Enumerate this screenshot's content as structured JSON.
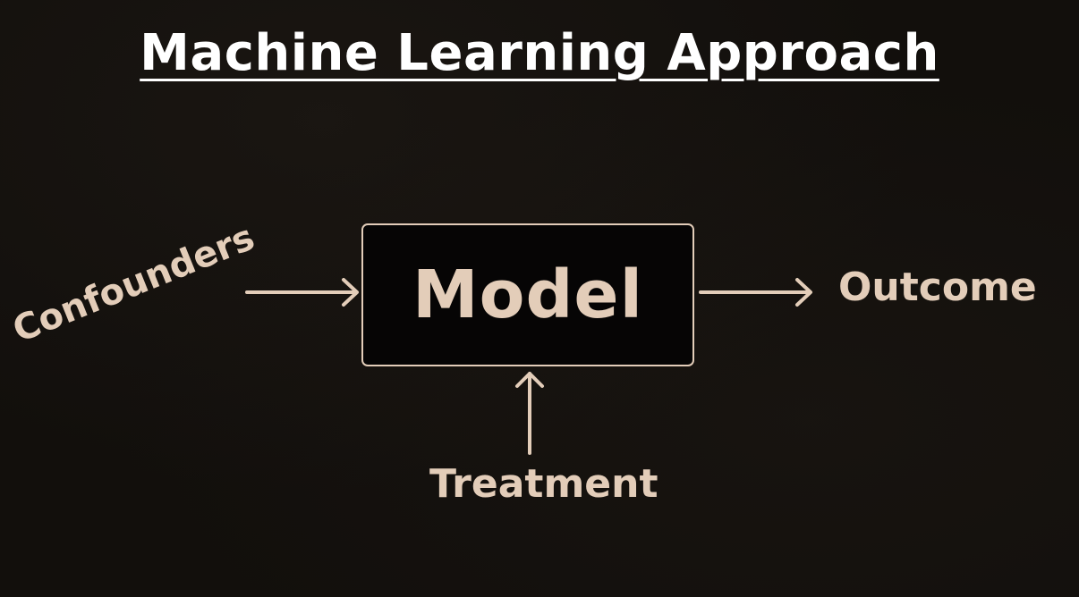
{
  "title": "Machine Learning Approach",
  "diagram": {
    "model_label": "Model",
    "inputs": {
      "confounders": "Confounders",
      "treatment": "Treatment"
    },
    "output": "Outcome",
    "colors": {
      "background": "#120f0c",
      "accent": "#e3cdb9",
      "title": "#ffffff"
    }
  }
}
